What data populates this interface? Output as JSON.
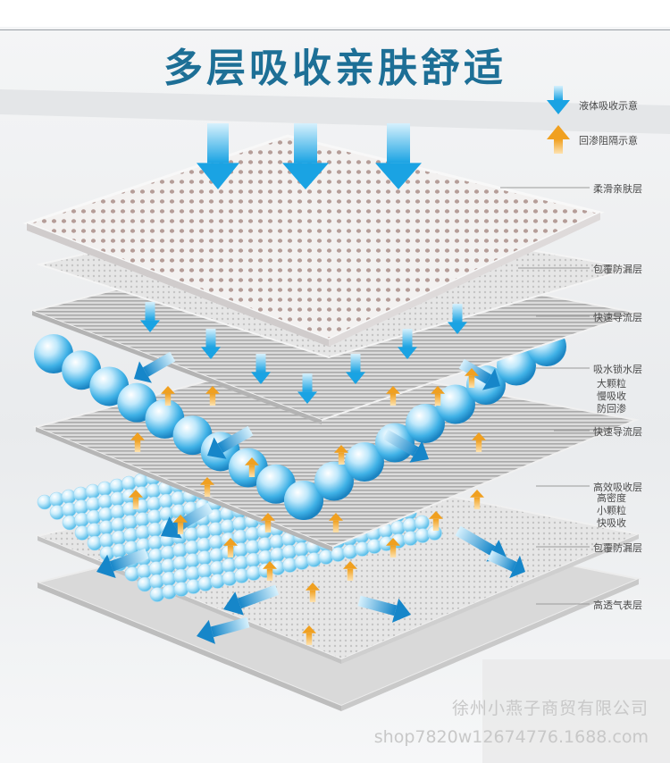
{
  "title": "多层吸收亲肤舒适",
  "legend": {
    "liquid_absorb": "液体吸收示意",
    "backflow_block": "回渗阻隔示意",
    "colors": {
      "down_arrow": "#1aa3e3",
      "up_arrow": "#f0a020",
      "title": "#1d6f96"
    }
  },
  "layers": [
    {
      "name": "柔滑亲肤层"
    },
    {
      "name": "包覆防漏层"
    },
    {
      "name": "快速导流层"
    },
    {
      "name": "吸水锁水层",
      "details": [
        "大颗粒",
        "慢吸收",
        "防回渗"
      ]
    },
    {
      "name": "快速导流层"
    },
    {
      "name": "高效吸收层",
      "details": [
        "高密度",
        "小颗粒",
        "快吸收"
      ]
    },
    {
      "name": "包覆防漏层"
    },
    {
      "name": "高透气表层"
    }
  ],
  "watermark": {
    "company": "徐州小燕子商贸有限公司",
    "url": "shop7820w12674776.1688.com"
  }
}
